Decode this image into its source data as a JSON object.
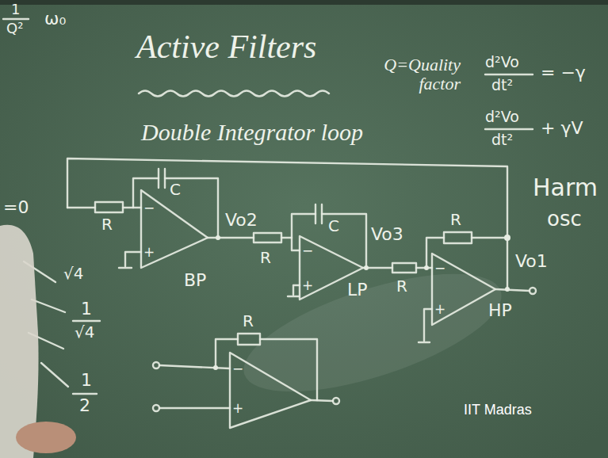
{
  "diagram": {
    "title": "Active Filters",
    "labels": [
      "1",
      "Q²",
      "ω₀",
      "Q=Quality factor",
      "d²Vo",
      "dt²",
      "= −γ",
      "d²Vo",
      "dt²",
      "+ γV",
      "Double Integrator loop",
      "Harm",
      "osc",
      "=0",
      "R",
      "C",
      "−",
      "+",
      "Vo2",
      "BP",
      "R",
      "C",
      "−",
      "+",
      "Vo3",
      "LP",
      "R",
      "R",
      "−",
      "+",
      "Vo1",
      "HP",
      "√4",
      "1",
      "√4",
      "1",
      "2",
      "R",
      "−",
      "+",
      "IIT Madras"
    ]
  }
}
